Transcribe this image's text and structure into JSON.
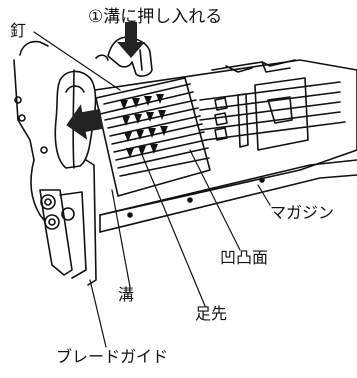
{
  "labels": {
    "step": "①溝に押し入れる",
    "nail": "釘",
    "magazine": "マガジン",
    "convex_concave": "凹凸面",
    "groove": "溝",
    "foot": "足先",
    "blade_guide": "ブレードガイド"
  },
  "icons": {
    "push_arrow": "down-arrow-icon",
    "insert_arrow": "left-arrow-icon"
  },
  "colors": {
    "line": "#111111",
    "background": "#ffffff",
    "arrow": "#222222"
  }
}
